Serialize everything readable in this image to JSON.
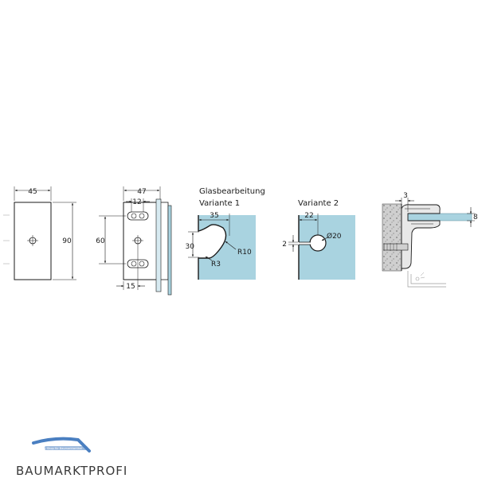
{
  "drawing": {
    "front_view": {
      "width": "45",
      "height": "90"
    },
    "side_view": {
      "width": "47",
      "slot": "12",
      "spacing": "60",
      "offset": "15"
    },
    "variant_1": {
      "heading": "Glasbearbeitung",
      "title": "Variante 1",
      "depth": "35",
      "width": "30",
      "radius_large": "R10",
      "radius_small": "R3"
    },
    "variant_2": {
      "title": "Variante 2",
      "depth": "22",
      "gap": "2",
      "diameter": "Ø20"
    },
    "section": {
      "offset": "3",
      "thickness": "8"
    }
  },
  "logo": {
    "text": "BAUMARKTPROFI",
    "tagline": "Ihr Shop für Baumarktartikel"
  },
  "colors": {
    "glass": "#a9d3e0",
    "line": "#1a1a1a",
    "logo_blue": "#4a7fc1"
  }
}
